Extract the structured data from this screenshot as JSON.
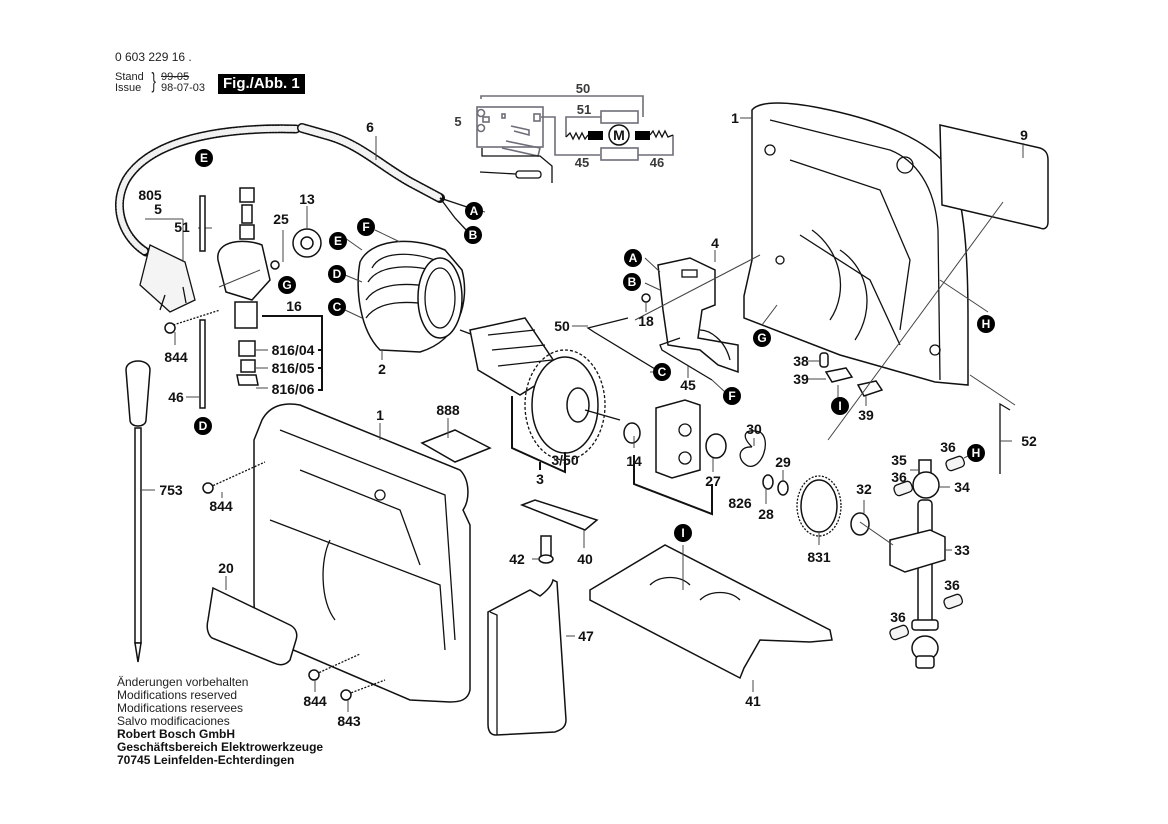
{
  "header": {
    "part_number": "0 603 229 16 .",
    "stand_label": "Stand",
    "issue_label": "Issue",
    "old_date": "99-05",
    "issue_date": "98-07-03",
    "figure_label": "Fig./Abb. 1"
  },
  "notes": [
    "Änderungen vorbehalten",
    "Modifications reserved",
    "Modifications reservees",
    "Salvo modificaciones"
  ],
  "company": [
    "Robert Bosch GmbH",
    "Geschäftsbereich Elektrowerkzeuge",
    "70745 Leinfelden-Echterdingen"
  ],
  "circuit": {
    "labels": {
      "p50": "50",
      "p51": "51",
      "p5": "5",
      "p45": "45",
      "p46": "46",
      "motor": "M"
    }
  },
  "part_labels": {
    "p805": "805",
    "p5": "5",
    "p51": "51",
    "p25": "25",
    "p13": "13",
    "p6": "6",
    "p16": "16",
    "p816_04": "816/04",
    "p816_05": "816/05",
    "p816_06": "816/06",
    "p844a": "844",
    "p46": "46",
    "p2": "2",
    "p888": "888",
    "p1a": "1",
    "p753": "753",
    "p844b": "844",
    "p20": "20",
    "p844c": "844",
    "p843": "843",
    "p3_50": "3/50",
    "p3": "3",
    "p4": "4",
    "p18": "18",
    "p50": "50",
    "p45": "45",
    "p1b": "1",
    "p9": "9",
    "p38": "38",
    "p39a": "39",
    "p39b": "39",
    "p52": "52",
    "p14": "14",
    "p27": "27",
    "p826": "826",
    "p30": "30",
    "p29": "29",
    "p28": "28",
    "p831": "831",
    "p32": "32",
    "p35": "35",
    "p36a": "36",
    "p36b": "36",
    "p34": "34",
    "p33": "33",
    "p36c": "36",
    "p36d": "36",
    "p42": "42",
    "p40": "40",
    "p47": "47",
    "p41": "41"
  },
  "reference_markers": {
    "A1": "A",
    "B1": "B",
    "E1": "E",
    "F1": "F",
    "E2": "E",
    "D1": "D",
    "C1": "C",
    "G1": "G",
    "D2": "D",
    "A2": "A",
    "B2": "B",
    "C2": "C",
    "F2": "F",
    "G2": "G",
    "H1": "H",
    "I1": "I",
    "H2": "H",
    "I2": "I"
  }
}
